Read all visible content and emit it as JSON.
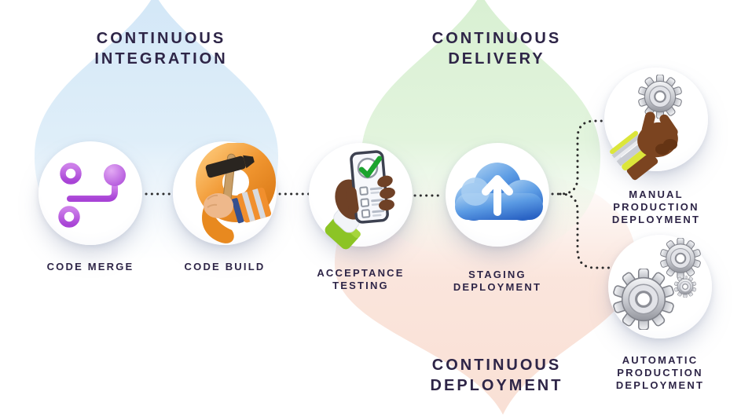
{
  "sections": {
    "integration": {
      "line1": "CONTINUOUS",
      "line2": "INTEGRATION"
    },
    "delivery": {
      "line1": "CONTINUOUS",
      "line2": "DELIVERY"
    },
    "deployment": {
      "line1": "CONTINUOUS",
      "line2": "DEPLOYMENT"
    }
  },
  "stages": [
    {
      "id": "code-merge",
      "icon": "git-merge-icon",
      "label_lines": [
        "CODE MERGE"
      ]
    },
    {
      "id": "code-build",
      "icon": "hammer-build-icon",
      "label_lines": [
        "CODE BUILD"
      ]
    },
    {
      "id": "acceptance-testing",
      "icon": "checklist-phone-icon",
      "label_lines": [
        "ACCEPTANCE",
        "TESTING"
      ]
    },
    {
      "id": "staging-deployment",
      "icon": "cloud-upload-icon",
      "label_lines": [
        "STAGING",
        "DEPLOYMENT"
      ]
    },
    {
      "id": "manual-production-deployment",
      "icon": "hand-holding-gear-icon",
      "label_lines": [
        "MANUAL",
        "PRODUCTION",
        "DEPLOYMENT"
      ]
    },
    {
      "id": "automatic-production-deployment",
      "icon": "gears-icon",
      "label_lines": [
        "AUTOMATIC",
        "PRODUCTION",
        "DEPLOYMENT"
      ]
    }
  ],
  "flow": {
    "connector_style": "dotted",
    "branch_after": "staging-deployment",
    "branch_targets": [
      "manual-production-deployment",
      "automatic-production-deployment"
    ]
  },
  "colors": {
    "title_text": "#2e2547",
    "label_text": "#2e2547",
    "integration_blob": "#d3e7f7",
    "delivery_blob": "#d8f0d2",
    "deployment_blob": "#fae2d8",
    "connector_dot": "#2b2b2b",
    "git_purple": "#b855dd",
    "build_orange": "#f0952f",
    "check_green": "#1ca32e",
    "sleeve_green": "#8cc425",
    "cloud_blue": "#4a8fdd",
    "gear_silver": "#c6c8cd"
  }
}
